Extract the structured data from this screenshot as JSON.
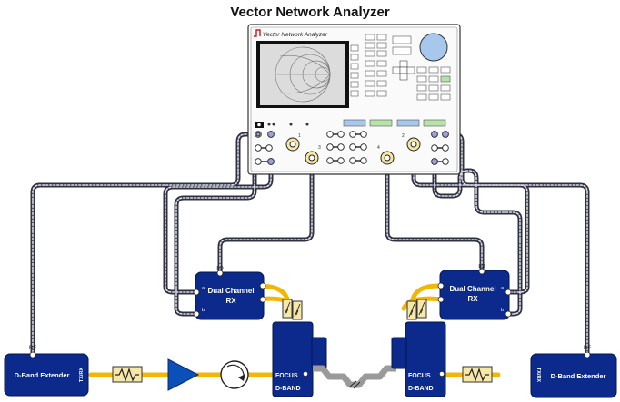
{
  "title": "Vector Network Analyzer",
  "vna": {
    "brand_label": "Vector Network Analyzer",
    "port_labels": [
      "1",
      "3",
      "4",
      "2"
    ]
  },
  "left_rx": {
    "name_line1": "Dual Channel",
    "name_line2": "RX",
    "lo_label": "LO",
    "a_label": "a",
    "b_label": "b"
  },
  "right_rx": {
    "name_line1": "Dual Channel",
    "name_line2": "RX",
    "lo_label": "LO",
    "a_label": "a",
    "b_label": "b"
  },
  "left_extender": {
    "name": "D-Band Extender",
    "rf_label": "RF",
    "port_label": "TX/RX"
  },
  "right_extender": {
    "name": "D-Band Extender",
    "rf_label": "RF",
    "port_label": "TX/RX"
  },
  "left_focus": {
    "line1": "FOCUS",
    "line2": "D-BAND"
  },
  "right_focus": {
    "line1": "FOCUS",
    "line2": "D-BAND"
  },
  "colors": {
    "blue_box": "#0b2a8c",
    "cable_gold": "#f2b705",
    "cable_gray": "#8e8e9a",
    "screen_bg": "#dcdcdc",
    "key_blue": "#a7c7ec",
    "key_green": "#b6e3a8"
  }
}
